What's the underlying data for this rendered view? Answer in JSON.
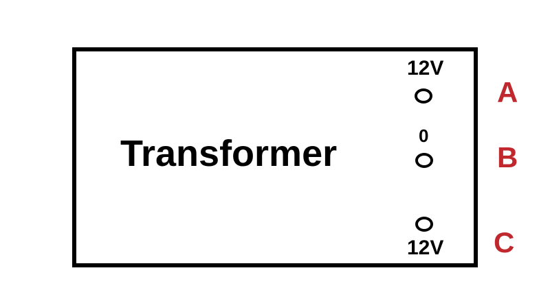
{
  "diagram": {
    "title": "Transformer",
    "colors": {
      "outline": "#000000",
      "terminal_letters": "#c0282d",
      "background": "#ffffff"
    },
    "terminals": [
      {
        "letter": "A",
        "voltage": "12V"
      },
      {
        "letter": "B",
        "voltage": "0"
      },
      {
        "letter": "C",
        "voltage": "12V"
      }
    ]
  }
}
